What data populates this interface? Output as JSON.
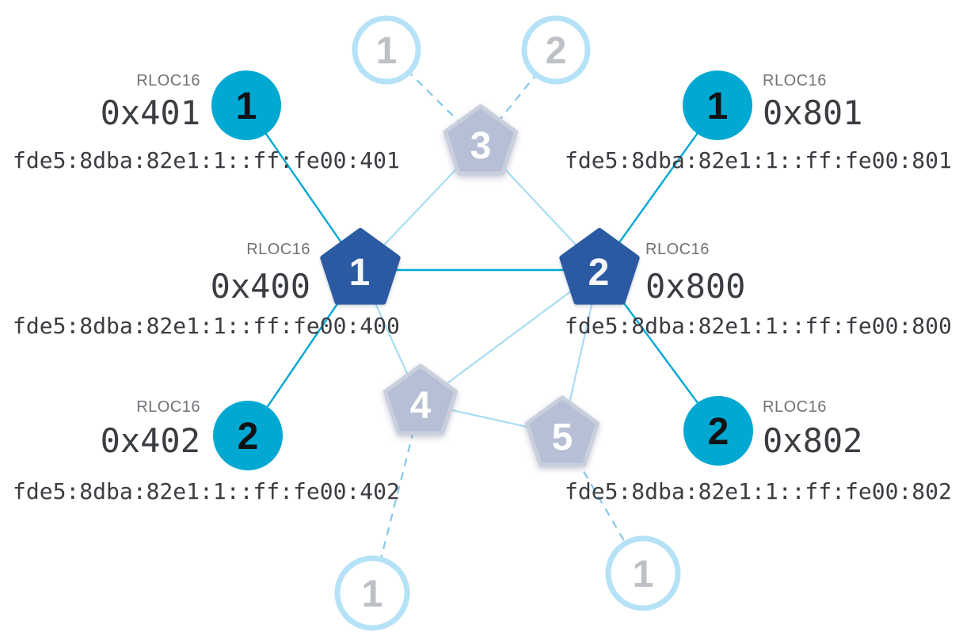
{
  "labels": {
    "rloc16": "RLOC16"
  },
  "colors": {
    "accent_teal": "#00a8d2",
    "router_blue": "#2b5aa3",
    "faded_node_fill": "#b6bfd5",
    "faded_ring": "#b5e2f6",
    "light_link": "#a9dcf3",
    "dashed_link": "#85c8e9",
    "value_text": "#3a3d41",
    "label_text": "#6f7377"
  },
  "routers": {
    "r1": {
      "number": "1",
      "rloc16": "0x400",
      "ipv6": "fde5:8dba:82e1:1::ff:fe00:400"
    },
    "r2": {
      "number": "2",
      "rloc16": "0x800",
      "ipv6": "fde5:8dba:82e1:1::ff:fe00:800"
    },
    "r3": {
      "number": "3"
    },
    "r4": {
      "number": "4"
    },
    "r5": {
      "number": "5"
    }
  },
  "children": {
    "c401": {
      "number": "1",
      "rloc16": "0x401",
      "ipv6": "fde5:8dba:82e1:1::ff:fe00:401"
    },
    "c402": {
      "number": "2",
      "rloc16": "0x402",
      "ipv6": "fde5:8dba:82e1:1::ff:fe00:402"
    },
    "c801": {
      "number": "1",
      "rloc16": "0x801",
      "ipv6": "fde5:8dba:82e1:1::ff:fe00:801"
    },
    "c802": {
      "number": "2",
      "rloc16": "0x802",
      "ipv6": "fde5:8dba:82e1:1::ff:fe00:802"
    },
    "f_top_left": {
      "number": "1"
    },
    "f_top_right": {
      "number": "2"
    },
    "f_bottom_left": {
      "number": "1"
    },
    "f_bottom_right": {
      "number": "1"
    }
  }
}
